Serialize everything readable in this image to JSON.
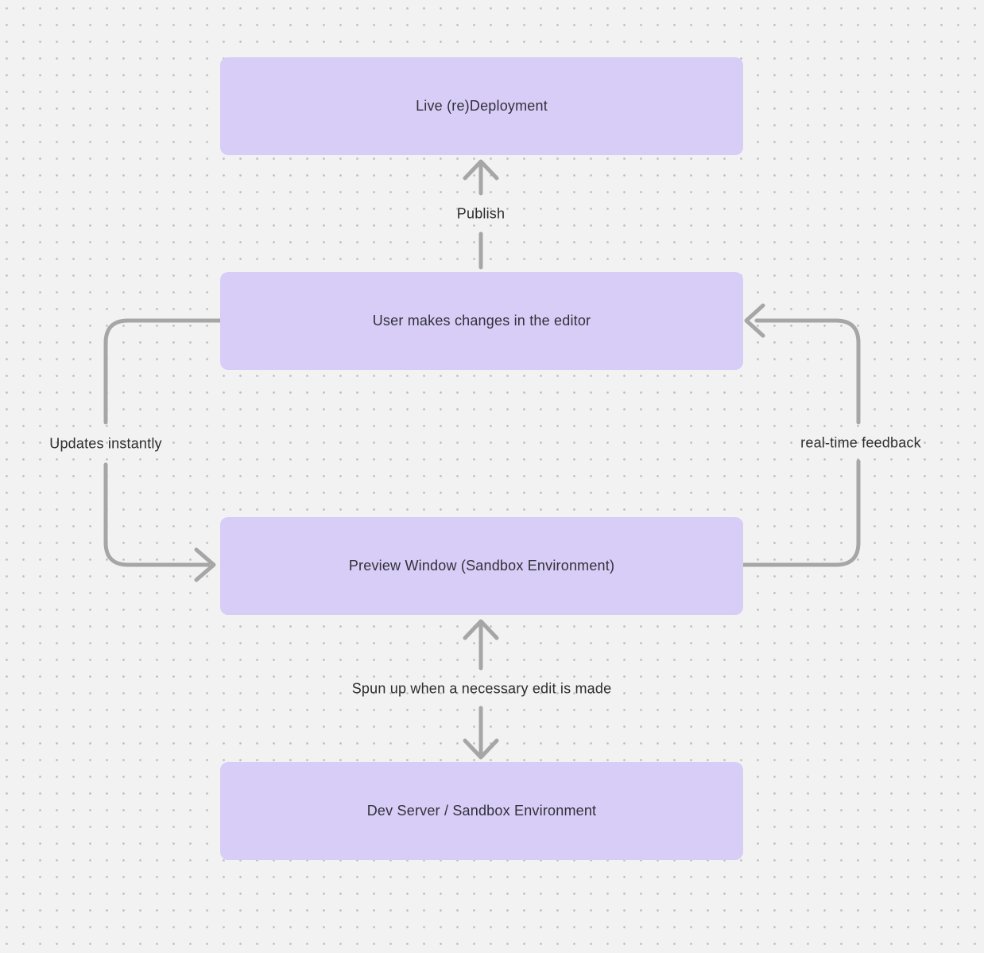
{
  "canvas": {
    "background_color": "#f2f2f2",
    "dot_color": "#bdbdbd",
    "node_fill": "#d8cdf6",
    "node_text_color": "#31303a",
    "edge_color": "#a6a6a6",
    "edge_label_color": "#2e2e2e"
  },
  "nodes": [
    {
      "id": "live-redeployment",
      "label": "Live (re)Deployment"
    },
    {
      "id": "user-changes",
      "label": "User makes changes in the editor"
    },
    {
      "id": "preview-window",
      "label": "Preview Window (Sandbox Environment)"
    },
    {
      "id": "dev-server",
      "label": "Dev Server / Sandbox Environment"
    }
  ],
  "edges": [
    {
      "id": "publish",
      "label": "Publish",
      "from": "user-changes",
      "to": "live-redeployment",
      "direction": "up"
    },
    {
      "id": "updates-instantly",
      "label": "Updates instantly",
      "from": "user-changes",
      "to": "preview-window",
      "direction": "left-down"
    },
    {
      "id": "realtime-feedback",
      "label": "real-time feedback",
      "from": "preview-window",
      "to": "user-changes",
      "direction": "right-up"
    },
    {
      "id": "spun-up",
      "label": "Spun up when a necessary edit is made",
      "from": "preview-window",
      "to": "dev-server",
      "direction": "bidirectional"
    }
  ]
}
